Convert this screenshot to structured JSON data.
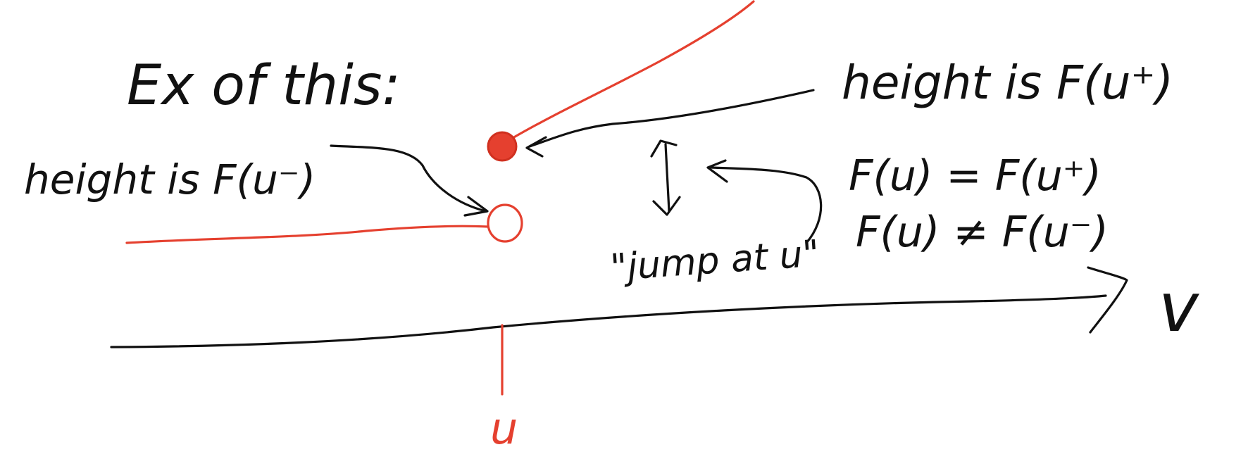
{
  "title": "Ex of this:",
  "labels": {
    "left_height": "height is F(u⁻)",
    "right_height": "height is F(u⁺)",
    "jump": "\"jump at u\"",
    "eq_right_continuous": "F(u) = F(u⁺)",
    "eq_not_left": "F(u) ≠ F(u⁻)",
    "axis_var": "v",
    "tick_label": "u"
  },
  "colors": {
    "ink": "#111111",
    "red_ink": "#e5402f",
    "background": "#ffffff"
  }
}
